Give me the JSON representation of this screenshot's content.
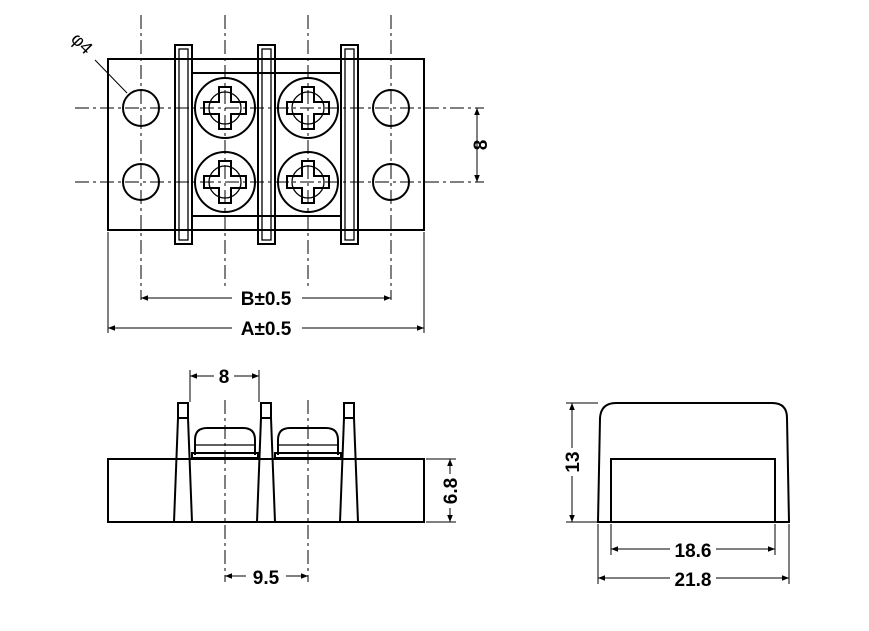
{
  "top_view": {
    "hole_label": "φ4",
    "pitch_label": "8",
    "dim_b": "B±0.5",
    "dim_a": "A±0.5"
  },
  "front_view": {
    "pitch_label": "8",
    "screw_spacing": "9.5",
    "height_label": "6.8"
  },
  "side_view": {
    "height_label": "13",
    "inner_width": "18.6",
    "outer_width": "21.8"
  }
}
